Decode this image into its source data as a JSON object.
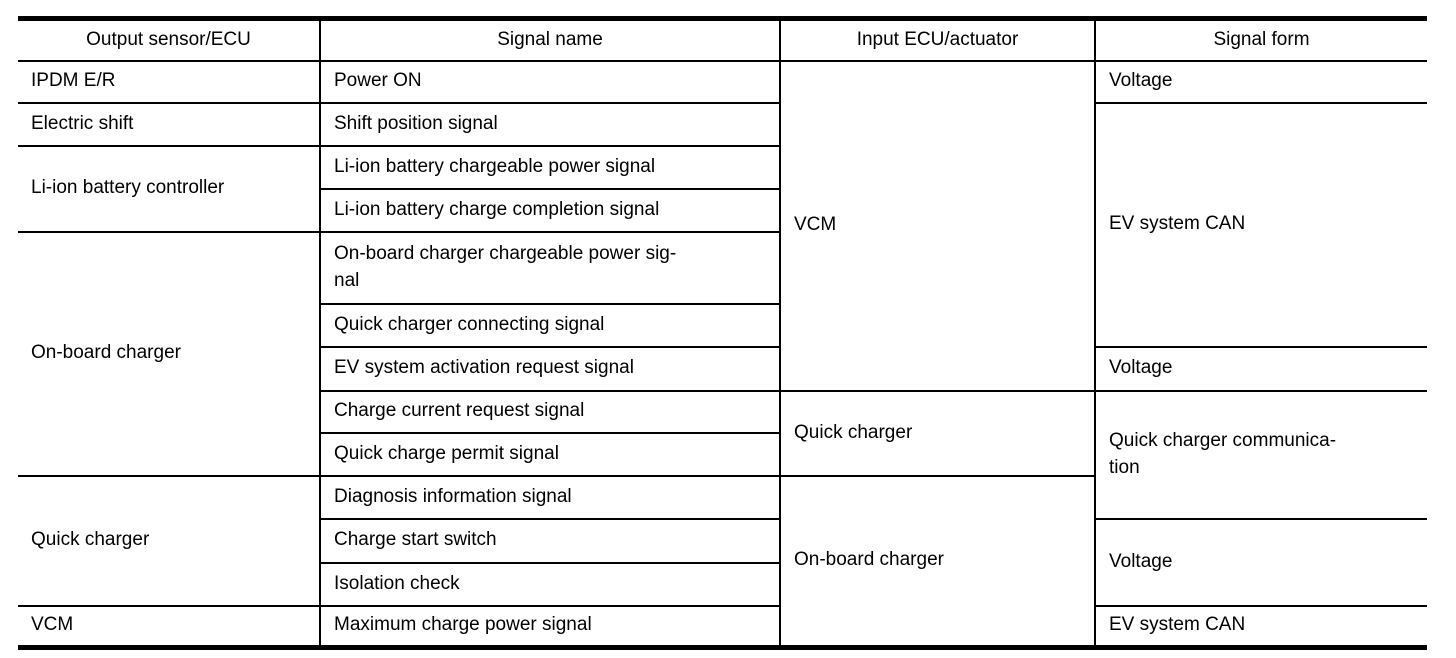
{
  "table": {
    "headers": [
      "Output sensor/ECU",
      "Signal name",
      "Input ECU/actuator",
      "Signal form"
    ],
    "rows": [
      {
        "output": "IPDM E/R",
        "signal": "Power ON",
        "input": "VCM",
        "form": "Voltage"
      },
      {
        "output": "Electric shift",
        "signal": "Shift position signal",
        "form": "EV system CAN"
      },
      {
        "output": "Li-ion battery controller",
        "signal": "Li-ion battery chargeable power signal"
      },
      {
        "signal": "Li-ion battery charge completion signal"
      },
      {
        "output": "On-board charger",
        "signal": "On-board charger chargeable power sig-\nnal"
      },
      {
        "signal": "Quick charger connecting signal"
      },
      {
        "signal": "EV system activation request signal",
        "form": "Voltage"
      },
      {
        "signal": "Charge current request signal",
        "input": "Quick charger",
        "form": "Quick charger communica-\ntion"
      },
      {
        "signal": "Quick charge permit signal"
      },
      {
        "output": "Quick charger",
        "signal": "Diagnosis information signal",
        "input": "On-board charger"
      },
      {
        "signal": "Charge start switch",
        "form": "Voltage"
      },
      {
        "signal": "Isolation check"
      },
      {
        "output": "VCM",
        "signal": "Maximum charge power signal",
        "form": "EV system CAN"
      }
    ]
  }
}
